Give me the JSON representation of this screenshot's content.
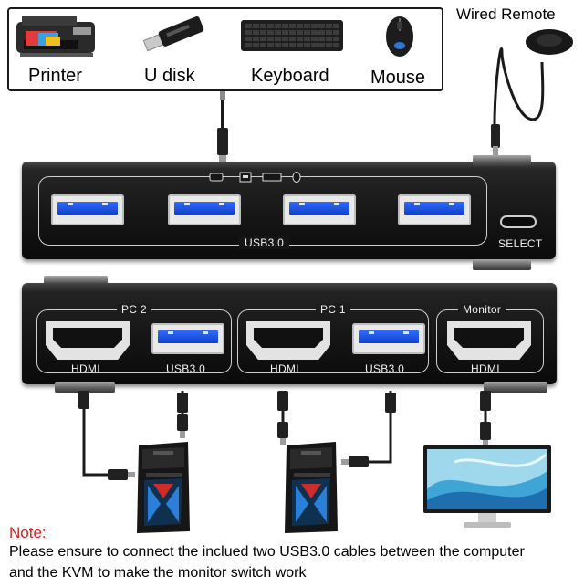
{
  "devices": {
    "printer": "Printer",
    "udisk": "U disk",
    "keyboard": "Keyboard",
    "mouse": "Mouse"
  },
  "remote": {
    "label": "Wired Remote"
  },
  "kvm_top": {
    "usb_label": "USB3.0",
    "select_label": "SELECT"
  },
  "kvm_bottom": {
    "pc2": "PC 2",
    "pc1": "PC 1",
    "monitor": "Monitor",
    "hdmi": "HDMI",
    "usb": "USB3.0"
  },
  "note": {
    "heading": "Note:",
    "line1": "Please ensure to connect the inclued two USB3.0 cables between the computer",
    "line2": "and the KVM to make the monitor switch work"
  }
}
